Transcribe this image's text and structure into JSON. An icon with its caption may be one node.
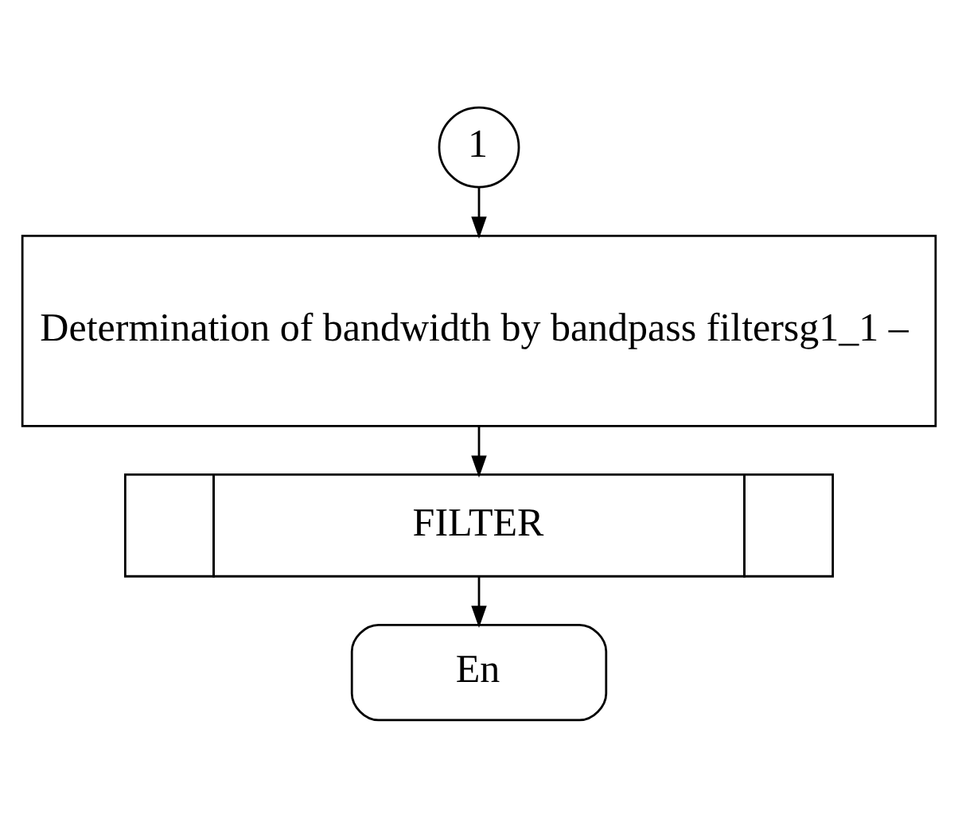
{
  "diagram": {
    "nodes": [
      {
        "text": [
          "1"
        ]
      },
      {
        "text": [
          "Determination of bandwidth by bandpass filtersg1_1 –"
        ]
      },
      {
        "text": [
          "FILTER"
        ]
      },
      {
        "text": [
          "En"
        ]
      }
    ],
    "edges": [
      {
        "from": 0,
        "to": 1,
        "arrow": "to"
      },
      {
        "from": 1,
        "to": 2,
        "arrow": "to"
      },
      {
        "from": 2,
        "to": 3,
        "arrow": "to"
      }
    ]
  }
}
